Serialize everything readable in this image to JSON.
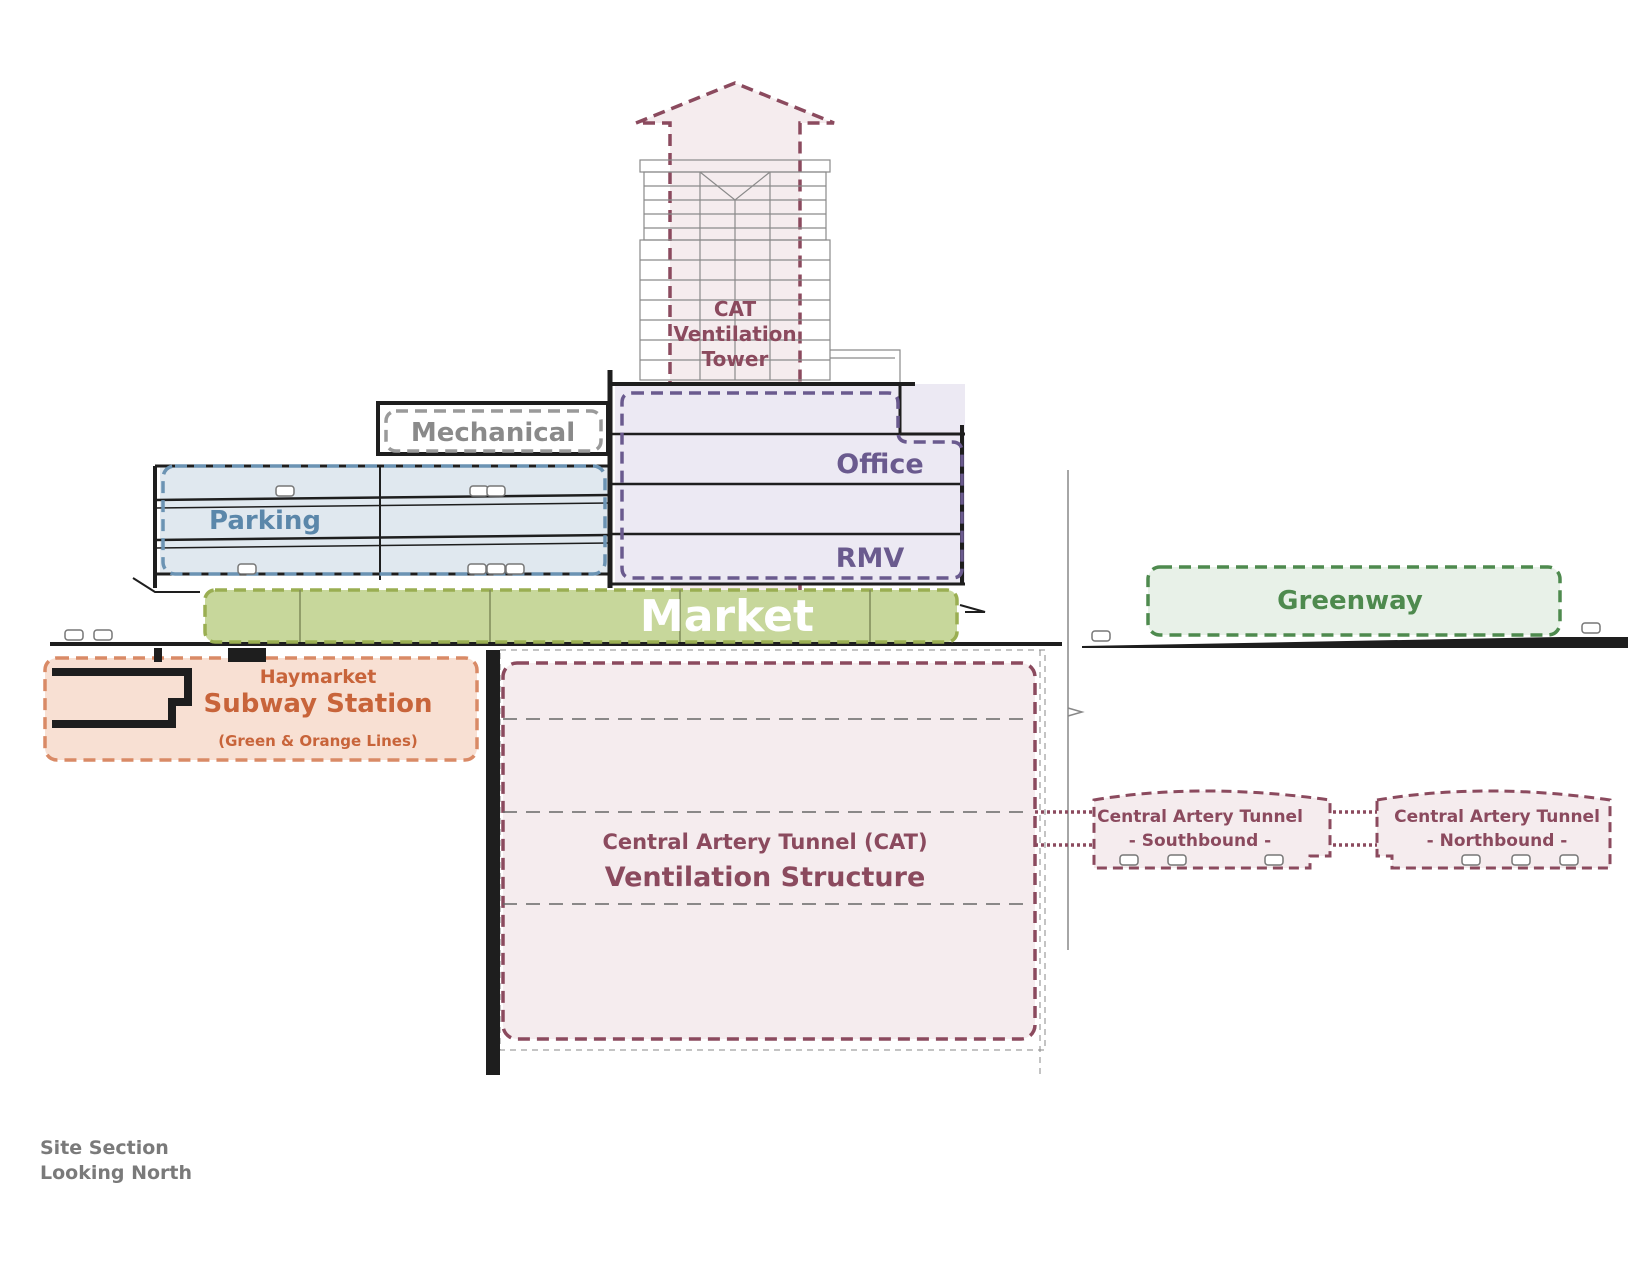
{
  "colors": {
    "ventilation": "#8b4a5e",
    "ventilation_fill": "#f5ecee",
    "market": "#9aae52",
    "market_fill": "#c7d79b",
    "parking": "#6b93b3",
    "parking_fill": "#e0e8ef",
    "office": "#6a5a8e",
    "office_fill": "#ece9f3",
    "mechanical": "#9a9a9a",
    "subway": "#d98a66",
    "subway_fill": "#f8e0d3",
    "subway_text": "#c8643a",
    "greenway": "#4e8a4e",
    "greenway_fill": "#e8f1e8",
    "structure": "#1e1e1e",
    "caption": "#7a7a7a"
  },
  "labels": {
    "tower": {
      "line1": "CAT",
      "line2": "Ventilation",
      "line3": "Tower"
    },
    "mechanical": "Mechanical",
    "office": "Office",
    "rmv": "RMV",
    "parking": "Parking",
    "market": "Market",
    "greenway": "Greenway",
    "subway": {
      "line1": "Haymarket",
      "line2": "Subway Station",
      "line3": "(Green & Orange Lines)"
    },
    "ventilation_structure": {
      "line1": "Central Artery Tunnel (CAT)",
      "line2": "Ventilation Structure"
    },
    "tunnel_southbound": {
      "line1": "Central Artery Tunnel",
      "line2": "- Southbound -"
    },
    "tunnel_northbound": {
      "line1": "Central Artery Tunnel",
      "line2": "- Northbound -"
    }
  },
  "caption": {
    "line1": "Site Section",
    "line2": "Looking North"
  }
}
